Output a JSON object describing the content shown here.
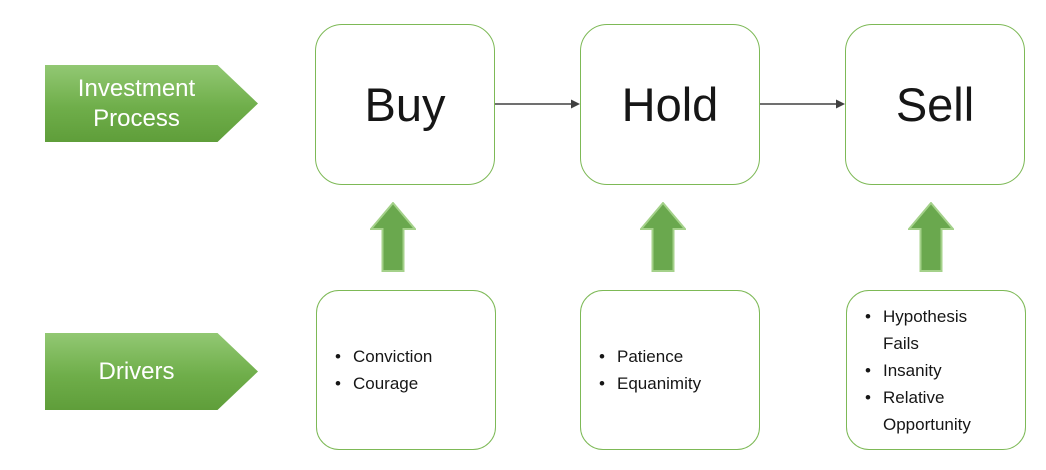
{
  "rows": {
    "process_label": "Investment Process",
    "drivers_label": "Drivers"
  },
  "stages": [
    {
      "name": "Buy",
      "drivers": [
        "Conviction",
        "Courage"
      ]
    },
    {
      "name": "Hold",
      "drivers": [
        "Patience",
        "Equanimity"
      ]
    },
    {
      "name": "Sell",
      "drivers": [
        "Hypothesis Fails",
        "Insanity",
        "Relative Opportunity"
      ]
    }
  ],
  "colors": {
    "pentagon_gradient_top": "#92c873",
    "pentagon_gradient_bottom": "#5f9e3a",
    "box_border_green": "#7db956",
    "up_arrow_fill": "#6aa84e",
    "up_arrow_stroke": "#a4d18a",
    "connector_line": "#404040",
    "text_black": "#161616",
    "label_text_white": "#ffffff"
  }
}
